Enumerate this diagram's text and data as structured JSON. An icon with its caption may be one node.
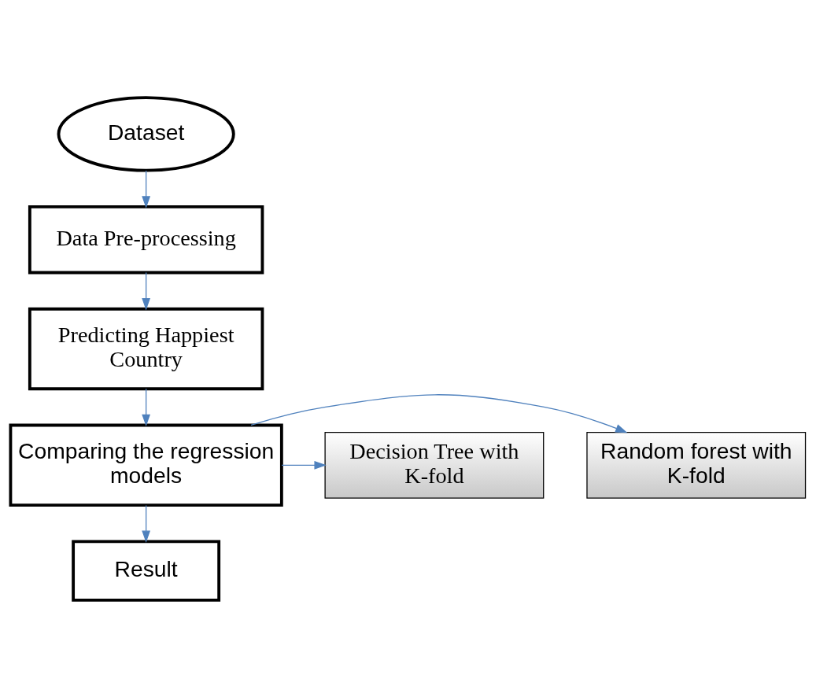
{
  "diagram": {
    "nodes": [
      {
        "text": [
          "Dataset"
        ]
      },
      {
        "text": [
          "Data Pre-processing"
        ]
      },
      {
        "text": [
          "Predicting Happiest Country"
        ]
      },
      {
        "text": [
          "Comparing the regression models"
        ]
      },
      {
        "text": [
          "Random forest with K-fold"
        ]
      },
      {
        "text": [
          "Decision Tree with K-fold"
        ]
      },
      {
        "text": [
          "Result"
        ]
      }
    ],
    "edges": [
      {
        "from": 0,
        "to": 1,
        "arrow": "to"
      },
      {
        "from": 1,
        "to": 2,
        "arrow": "to"
      },
      {
        "from": 2,
        "to": 3,
        "arrow": "to"
      },
      {
        "from": 3,
        "to": 4,
        "arrow": "to"
      },
      {
        "from": 3,
        "to": 5,
        "arrow": "to"
      },
      {
        "from": 3,
        "to": 6,
        "arrow": "to"
      }
    ]
  }
}
